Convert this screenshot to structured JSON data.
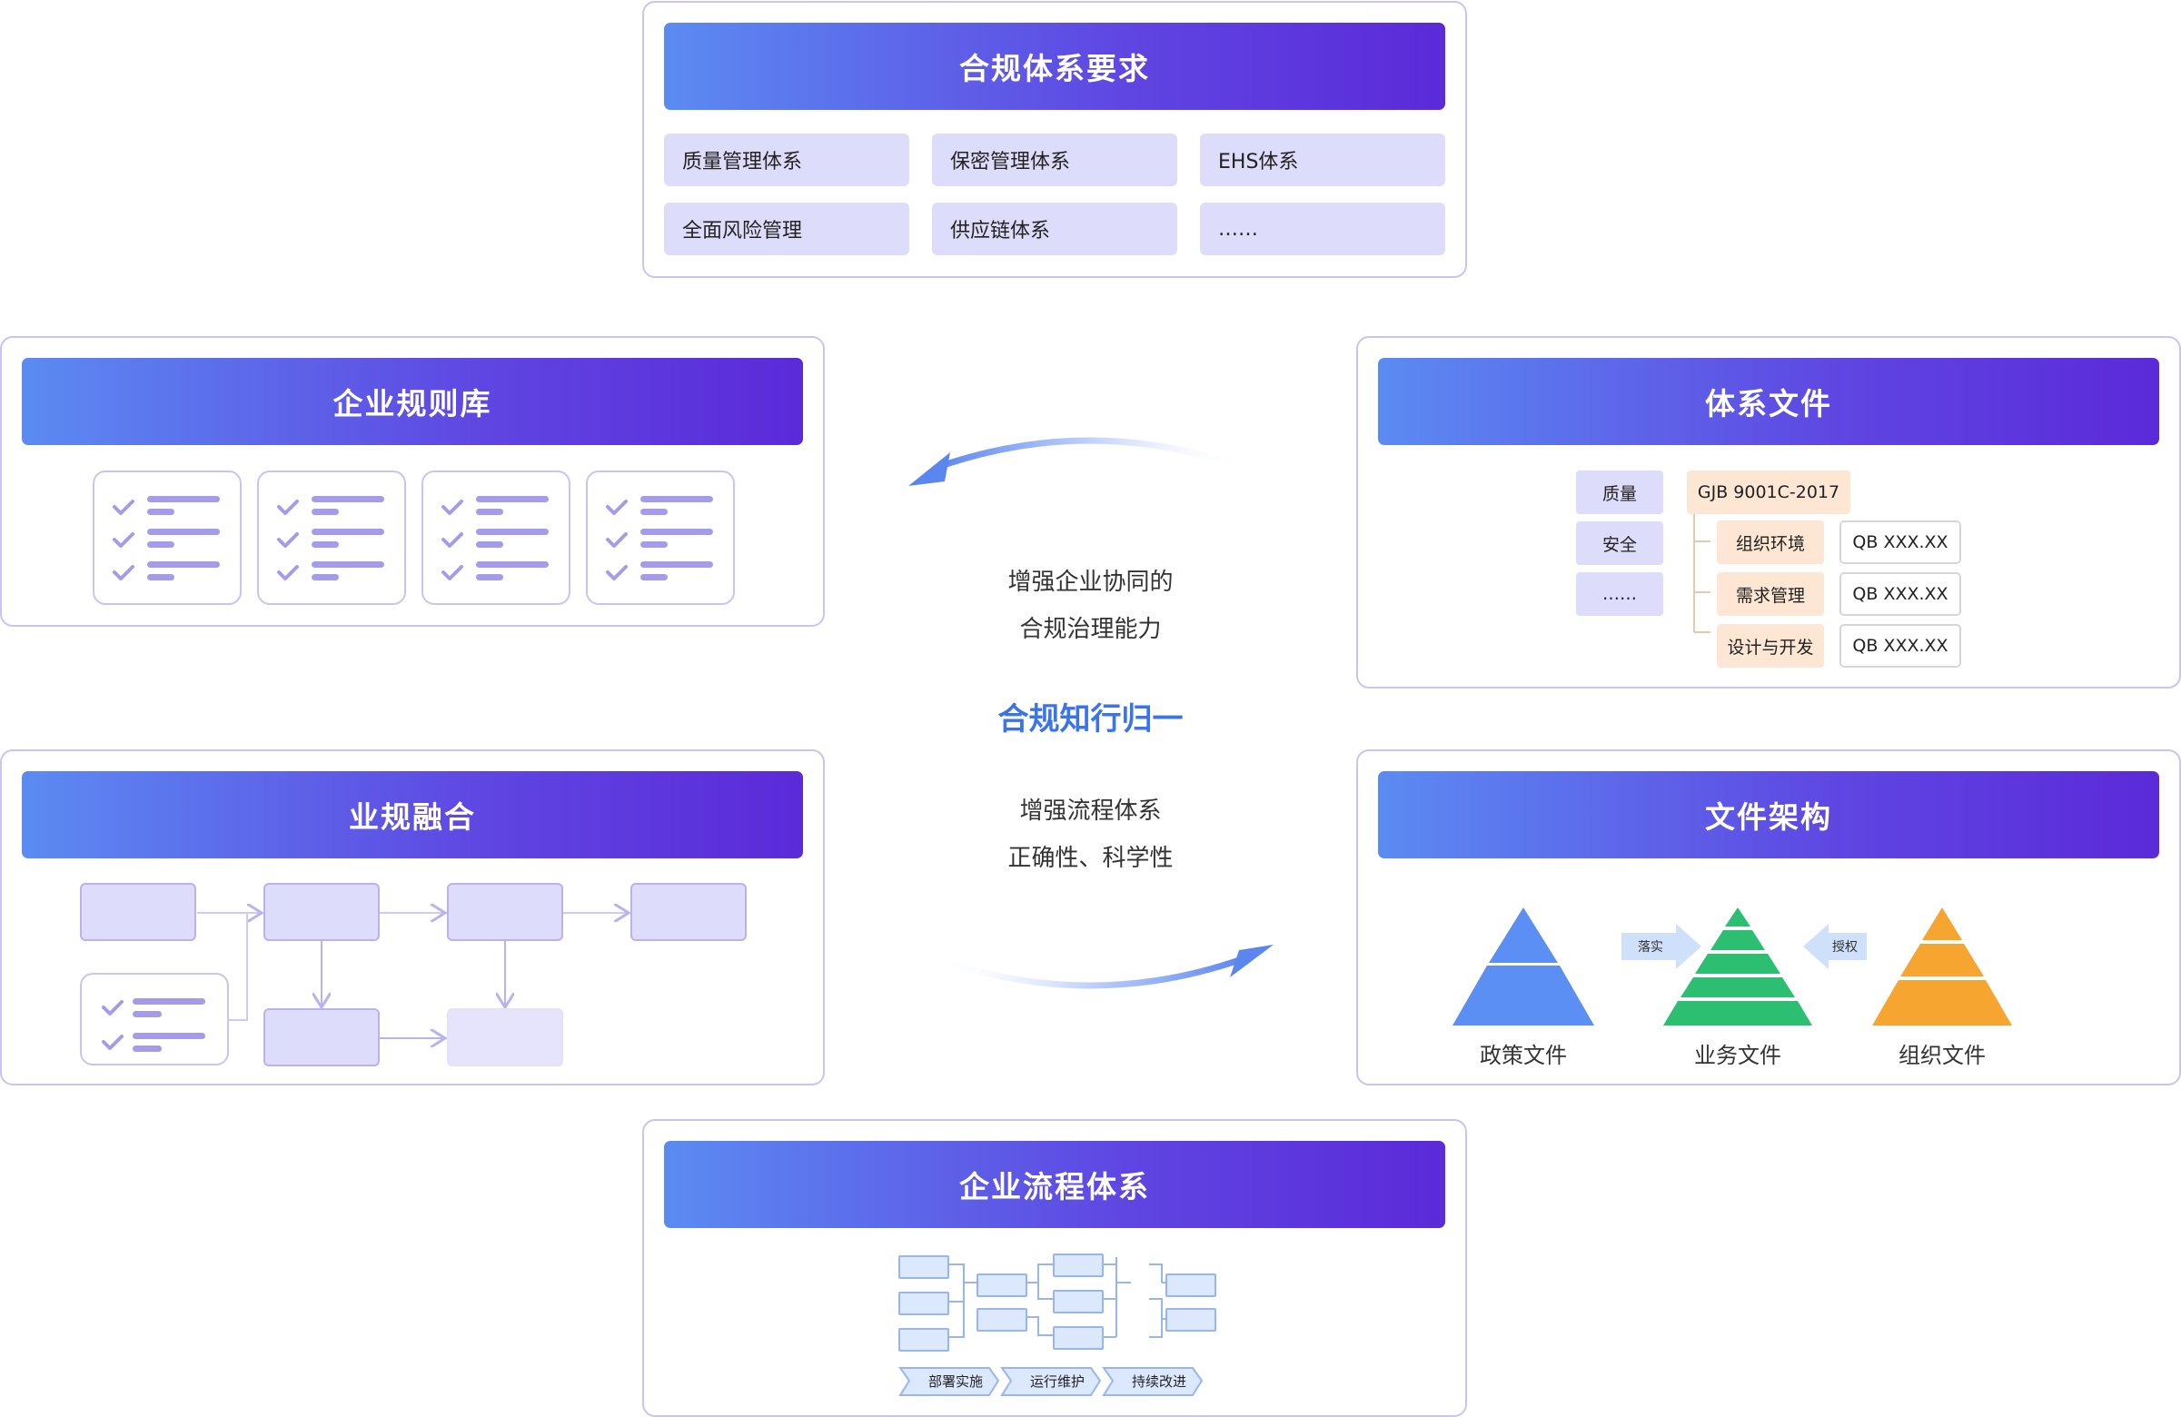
{
  "top": {
    "title": "合规体系要求",
    "items": [
      "质量管理体系",
      "保密管理体系",
      "EHS体系",
      "全面风险管理",
      "供应链体系",
      "……"
    ]
  },
  "rules": {
    "title": "企业规则库"
  },
  "docs": {
    "title": "体系文件",
    "left_tags": [
      "质量",
      "安全",
      "……"
    ],
    "standard": "GJB 9001C-2017",
    "rows": [
      {
        "label": "组织环境",
        "code": "QB XXX.XX"
      },
      {
        "label": "需求管理",
        "code": "QB XXX.XX"
      },
      {
        "label": "设计与开发",
        "code": "QB XXX.XX"
      }
    ]
  },
  "fusion": {
    "title": "业规融合"
  },
  "arch": {
    "title": "文件架构",
    "pyramids": [
      "政策文件",
      "业务文件",
      "组织文件"
    ],
    "arrow_right": "落实",
    "arrow_left": "授权",
    "colors": [
      "#5b8ff3",
      "#2cbf71",
      "#f7a531"
    ]
  },
  "process": {
    "title": "企业流程体系",
    "steps": [
      "部署实施",
      "运行维护",
      "持续改进"
    ]
  },
  "center": {
    "line1": "增强企业协同的",
    "line2": "合规治理能力",
    "highlight": "合规知行归一",
    "line3": "增强流程体系",
    "line4": "正确性、科学性"
  }
}
